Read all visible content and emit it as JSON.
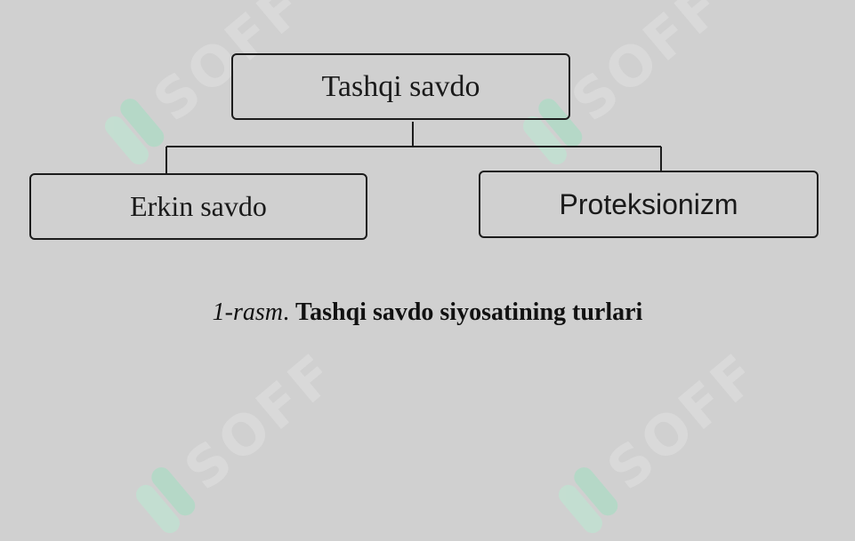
{
  "diagram": {
    "root": {
      "label": "Tashqi savdo"
    },
    "children": [
      {
        "label": "Erkin savdo"
      },
      {
        "label": "Proteksionizm"
      }
    ]
  },
  "caption": {
    "label": "1-rasm",
    "separator": ". ",
    "title": "Tashqi savdo siyosatining turlari"
  },
  "watermark": {
    "text": "SOFF",
    "color": "#9fe0c1"
  }
}
